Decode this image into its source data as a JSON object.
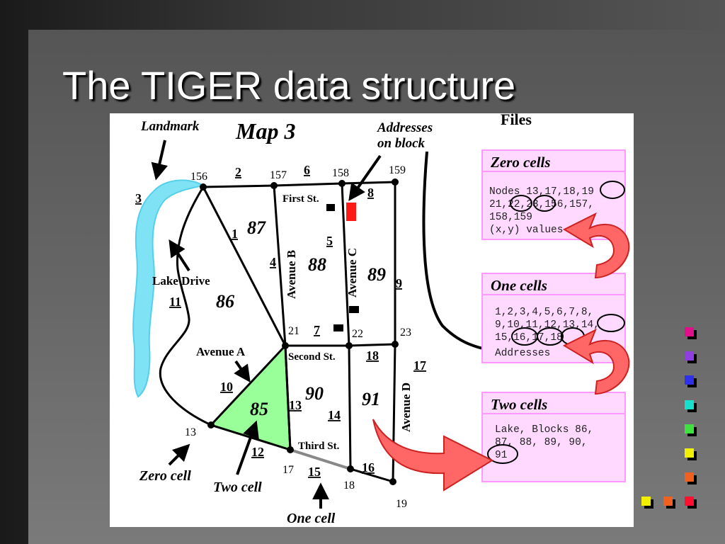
{
  "slide": {
    "title": "The TIGER data structure"
  },
  "map": {
    "title": "Map 3",
    "annotations": {
      "landmark": "Landmark",
      "addresses": [
        "Addresses",
        "on block"
      ],
      "lake_drive": "Lake Drive",
      "avenue_a": "Avenue A",
      "zero_cell": "Zero cell",
      "two_cell": "Two cell",
      "one_cell": "One cell"
    },
    "streets": {
      "first": "First St.",
      "second": "Second St.",
      "third": "Third St.",
      "avenue_b": "Avenue B",
      "avenue_c": "Avenue C",
      "avenue_d": "Avenue D"
    },
    "nodes": {
      "n156": "156",
      "n157": "157",
      "n158": "158",
      "n159": "159",
      "n21": "21",
      "n22": "22",
      "n23": "23",
      "n13": "13",
      "n17": "17",
      "n18": "18",
      "n19": "19"
    },
    "edges": {
      "e1": "1",
      "e2": "2",
      "e3": "3",
      "e4": "4",
      "e5": "5",
      "e6": "6",
      "e7": "7",
      "e8": "8",
      "e9": "9",
      "e10": "10",
      "e11": "11",
      "e12": "12",
      "e13": "13",
      "e14": "14",
      "e15": "15",
      "e16": "16",
      "e17": "17",
      "e18": "18"
    },
    "blocks": {
      "b85": "85",
      "b86": "86",
      "b87": "87",
      "b88": "88",
      "b89": "89",
      "b90": "90",
      "b91": "91"
    }
  },
  "files": {
    "heading": "Files",
    "zero_cells": {
      "title": "Zero cells",
      "line1": "Nodes 13,17,18,19",
      "line2": "21,22,23,156,157,",
      "line3": "158,159",
      "line4": "(x,y) values"
    },
    "one_cells": {
      "title": "One cells",
      "line1": "1,2,3,4,5,6,7,8,",
      "line2": "9,10,11,12,13,14,",
      "line3": "15,16,17,18",
      "line4": "Addresses"
    },
    "two_cells": {
      "title": "Two cells",
      "line1": "Lake, Blocks 86,",
      "line2": "87, 88, 89, 90,",
      "line3": "91"
    }
  },
  "colors": {
    "lake": "#7fe3f5",
    "block85": "#99ff99",
    "file_box": "#ffd9ff",
    "file_border": "#ff99ff",
    "curved_arrow": "#ff6666",
    "highlight_red": "#ff1a1a",
    "decor_squares": [
      "#e0108a",
      "#8f3fe0",
      "#3030e8",
      "#18dfcc",
      "#40e040",
      "#f0f000",
      "#f06020",
      "#ff1030"
    ]
  }
}
